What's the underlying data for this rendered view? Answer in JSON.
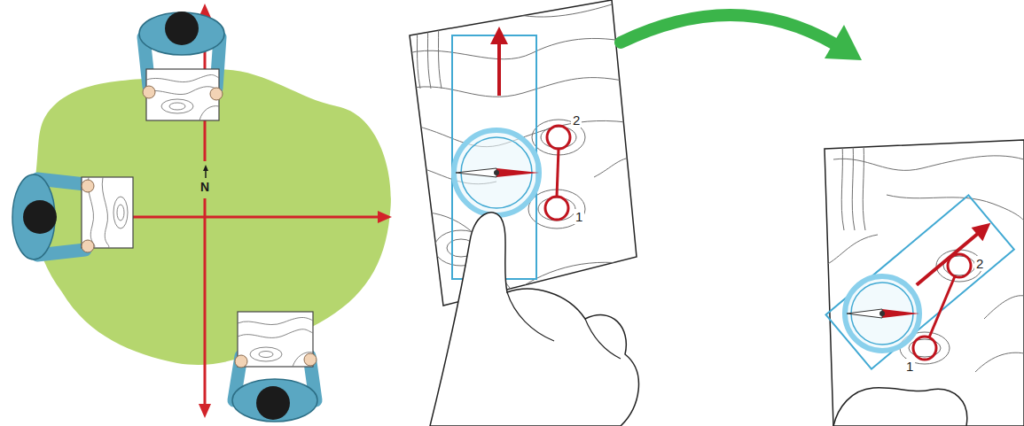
{
  "diagram": {
    "labels": [
      "N",
      "2",
      "1",
      "2",
      "1"
    ]
  }
}
